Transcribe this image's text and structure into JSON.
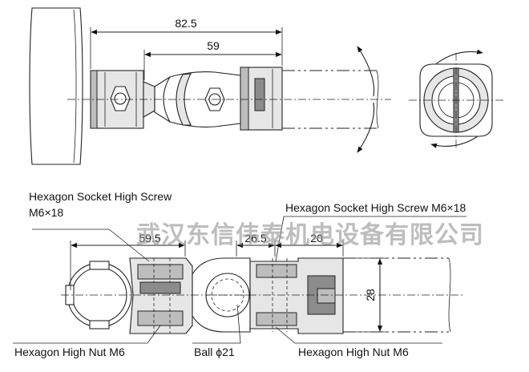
{
  "top_view": {
    "dim_overall": "82.5",
    "dim_inner": "59"
  },
  "bottom_view": {
    "dim_left": "59.5",
    "dim_mid": "26.5",
    "dim_right": "20",
    "dim_height": "28",
    "label_screw_left_line1": "Hexagon Socket High Screw",
    "label_screw_left_line2": "M6×18",
    "label_screw_right": "Hexagon Socket High Screw  M6×18",
    "label_nut_left": "Hexagon High Nut  M6",
    "label_ball": "Ball ϕ21",
    "label_nut_right": "Hexagon High Nut  M6"
  },
  "watermark": "武汉东信伟泰机电设备有限公司"
}
